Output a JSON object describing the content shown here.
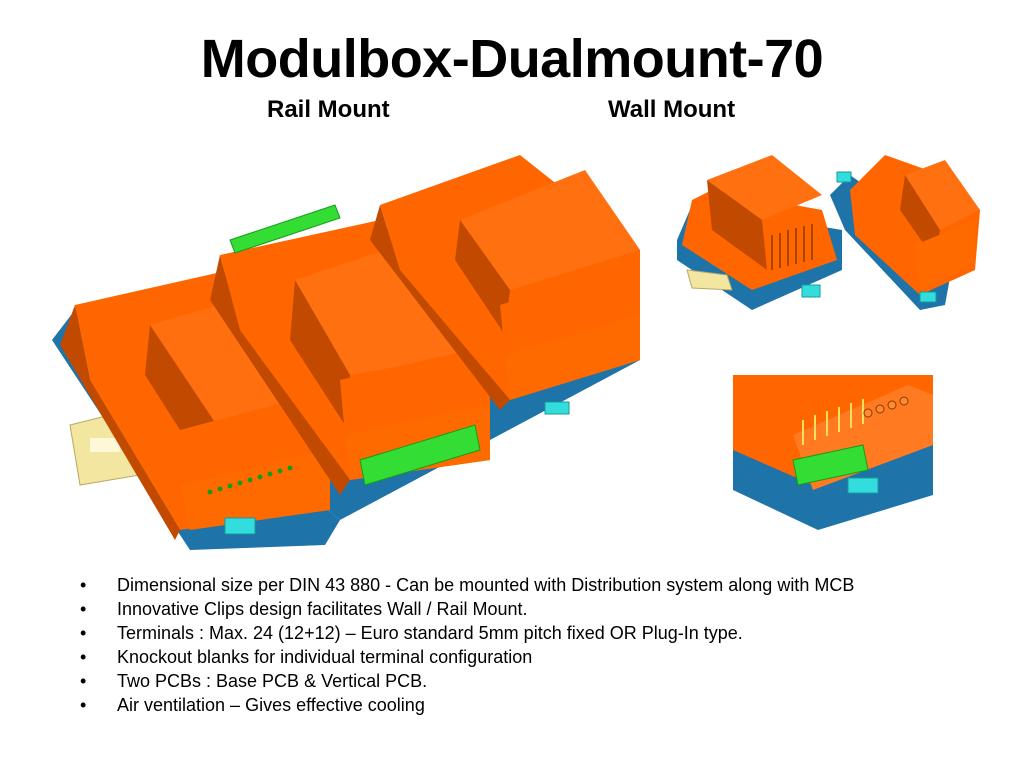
{
  "slide": {
    "title": "Modulbox-Dualmount-70",
    "subtitle_left": "Rail Mount",
    "subtitle_right": "Wall Mount"
  },
  "bullets": [
    "Dimensional size per DIN 43 880 - Can be mounted with Distribution system along with MCB",
    "Innovative Clips design facilitates Wall / Rail Mount.",
    "Terminals : Max. 24 (12+12) – Euro standard 5mm pitch fixed OR Plug-In type.",
    "Knockout blanks for individual terminal configuration",
    "Two PCBs :  Base PCB & Vertical PCB.",
    "Air ventilation – Gives effective cooling"
  ],
  "bullet_symbol": "•",
  "colors": {
    "housing_orange": "#ff6600",
    "housing_dark": "#c24a00",
    "base_blue": "#1e73a8",
    "terminal_green": "#33dd33",
    "clip_cyan": "#33dddd",
    "rail_yellow": "#f2e6a0"
  }
}
